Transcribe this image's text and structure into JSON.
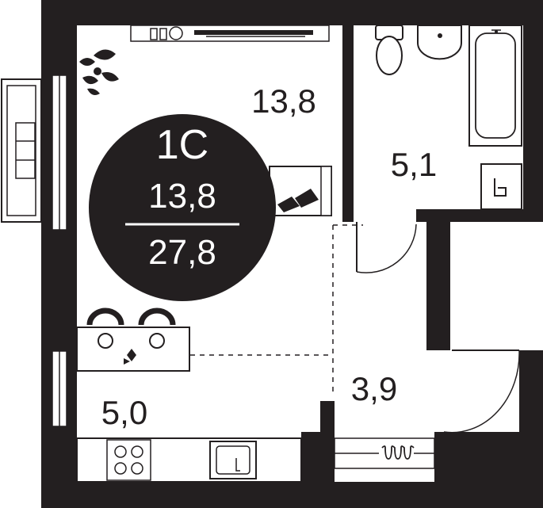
{
  "plan": {
    "colors": {
      "wall": "#231f20",
      "background": "#ffffff",
      "badge": "#231f20",
      "badge_text": "#ffffff"
    },
    "badge": {
      "type": "1С",
      "living_area": "13,8",
      "total_area": "27,8"
    },
    "rooms": [
      {
        "id": "living-room",
        "area": "13,8"
      },
      {
        "id": "bathroom",
        "area": "5,1"
      },
      {
        "id": "kitchen",
        "area": "5,0"
      },
      {
        "id": "hallway",
        "area": "3,9"
      }
    ],
    "icons": [
      "plant-icon",
      "toilet-icon",
      "sink-icon",
      "bathtub-icon",
      "washing-machine-icon",
      "stove-icon",
      "kitchen-sink-icon",
      "radiator-icon",
      "tv-stand-icon",
      "sofa-icon",
      "dining-table-icon",
      "chair-icon",
      "balcony-icon",
      "door-icon"
    ]
  }
}
